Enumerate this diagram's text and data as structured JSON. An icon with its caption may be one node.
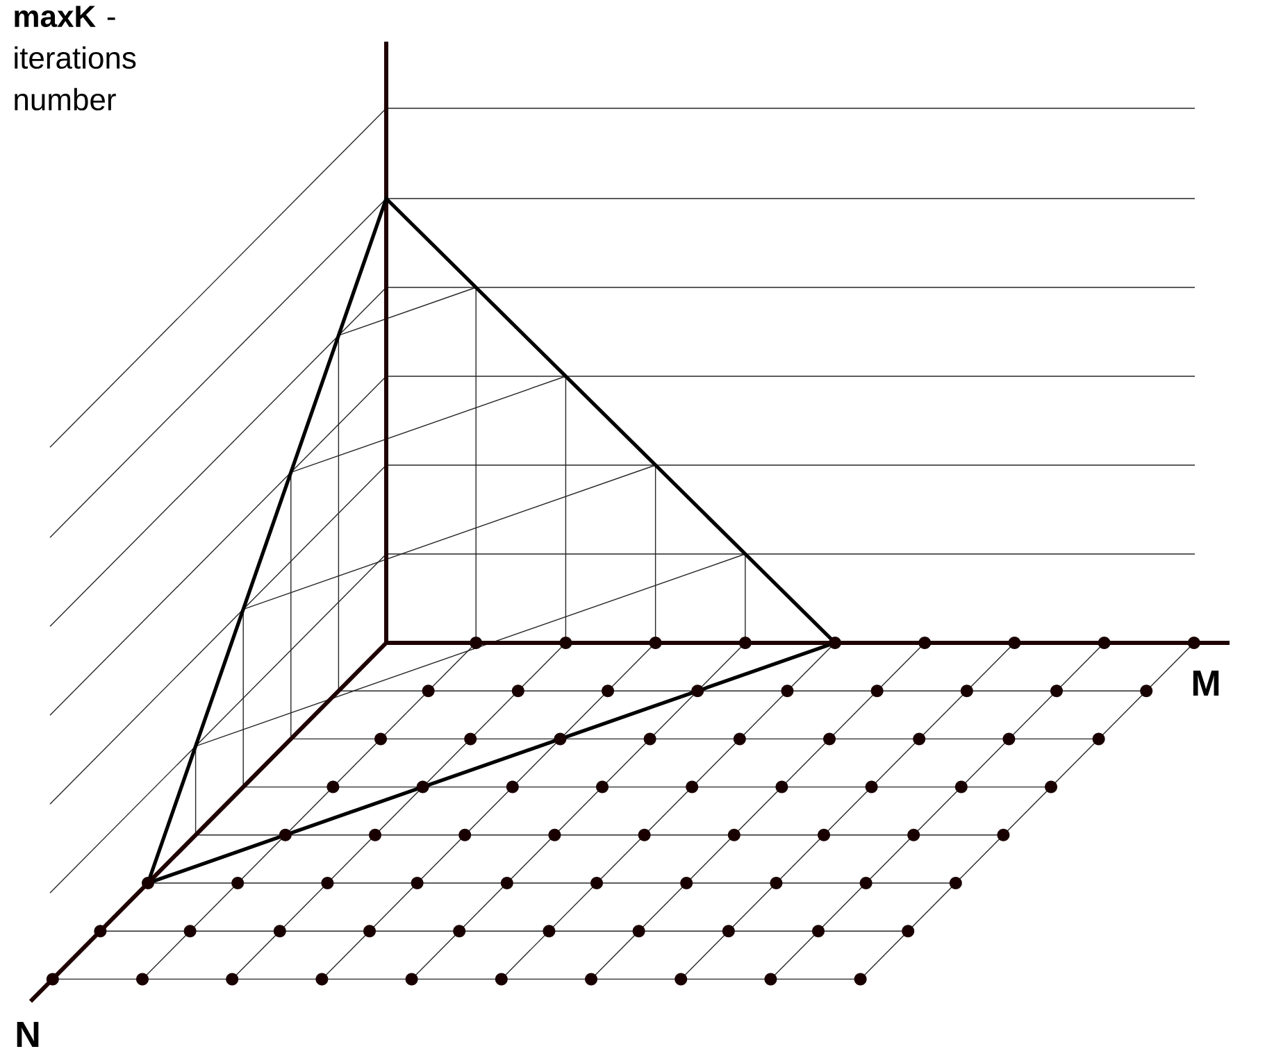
{
  "diagram": {
    "labels": [
      "**maxK** - iterations number",
      "M",
      "N"
    ]
  }
}
